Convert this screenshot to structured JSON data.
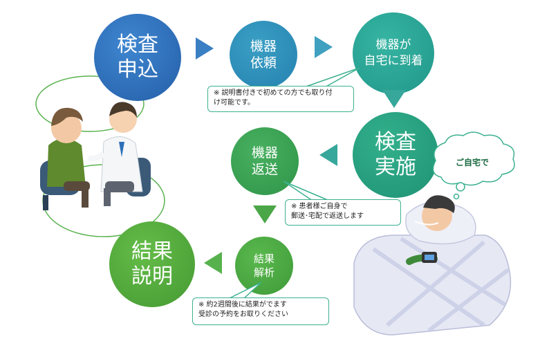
{
  "steps": {
    "apply": "検査\n申込",
    "request": "機器\n依頼",
    "arrive": "機器が\n自宅に到着",
    "test": "検査\n実施",
    "return": "機器\n返送",
    "analysis": "結果\n解析",
    "explain": "結果\n説明"
  },
  "notes": {
    "instructions": "※  説明書付きで初めての方でも取り付\nけ可能です。",
    "return_method": "※  患者様ご自身で\n     郵送･宅配で返送します",
    "result_timing": "※  約2週間後に結果がでます\n     受診の予約をお取りください"
  },
  "thought_bubble": "ご自宅で",
  "colors": {
    "blue": "#2d6fb8",
    "teal": "#2aa296",
    "green": "#4aa646",
    "arrow_blue": "#3a7fc4",
    "arrow_teal": "#36a79a",
    "arrow_green": "#57b24e"
  }
}
